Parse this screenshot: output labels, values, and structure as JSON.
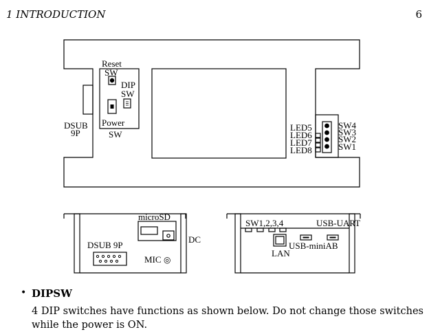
{
  "header": {
    "section": "1   INTRODUCTION",
    "page_number": "6"
  },
  "top_diagram": {
    "reset_sw": [
      "Reset",
      "SW"
    ],
    "dip_sw": [
      "DIP",
      "SW"
    ],
    "power_sw": [
      "Power",
      "SW"
    ],
    "dsub": [
      "DSUB",
      "9P"
    ],
    "leds": [
      "LED5",
      "LED6",
      "LED7",
      "LED8"
    ],
    "switches": [
      "SW4",
      "SW3",
      "SW2",
      "SW1"
    ]
  },
  "left_side": {
    "microsd": "microSD",
    "dc": "DC",
    "dsub": "DSUB 9P",
    "mic": "MIC",
    "mic_symbol": "◎"
  },
  "right_side": {
    "sw": "SW1,2,3,4",
    "usb_uart": "USB-UART",
    "usb_miniab": "USB-miniAB",
    "lan": "LAN"
  },
  "section": {
    "bullet": "•",
    "title": "DIPSW",
    "text": "4 DIP switches have functions as shown below. Do not change those switches while the power is ON."
  }
}
